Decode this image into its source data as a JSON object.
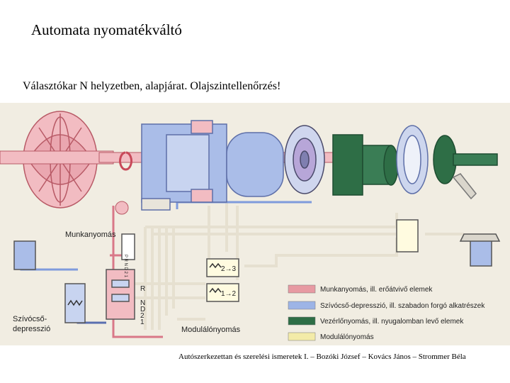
{
  "title": "Automata nyomatékváltó",
  "subtitle": "Választókar N helyzetben, alapjárat. Olajszintellenőrzés!",
  "diagram": {
    "labels": {
      "munkanyomas": "Munkanyomás",
      "szivocso_line1": "Szívócső-",
      "szivocso_line2": "depresszió",
      "modulalonyomas": "Modulálónyomás",
      "selector": "P R N D 2 1",
      "port_R": "R",
      "port_N": "N",
      "port_D": "D",
      "port_2": "2",
      "port_1": "1",
      "valve_23": "2→3",
      "valve_12": "1→2"
    },
    "legend": [
      {
        "label": "Munkanyomás, ill. erőátvivő elemek",
        "color": "#e79aa2"
      },
      {
        "label": "Szívócső-depresszió, ill. szabadon forgó alkatrészek",
        "color": "#9db4e6"
      },
      {
        "label": "Vezérlőnyomás, ill. nyugalomban levő elemek",
        "color": "#2e6e46"
      },
      {
        "label": "Modulálónyomás",
        "color": "#f3eba8"
      }
    ]
  },
  "footer": "Autószerkezettan és szerelési ismeretek I. – Bozóki József – Kovács János – Strommer Béla"
}
